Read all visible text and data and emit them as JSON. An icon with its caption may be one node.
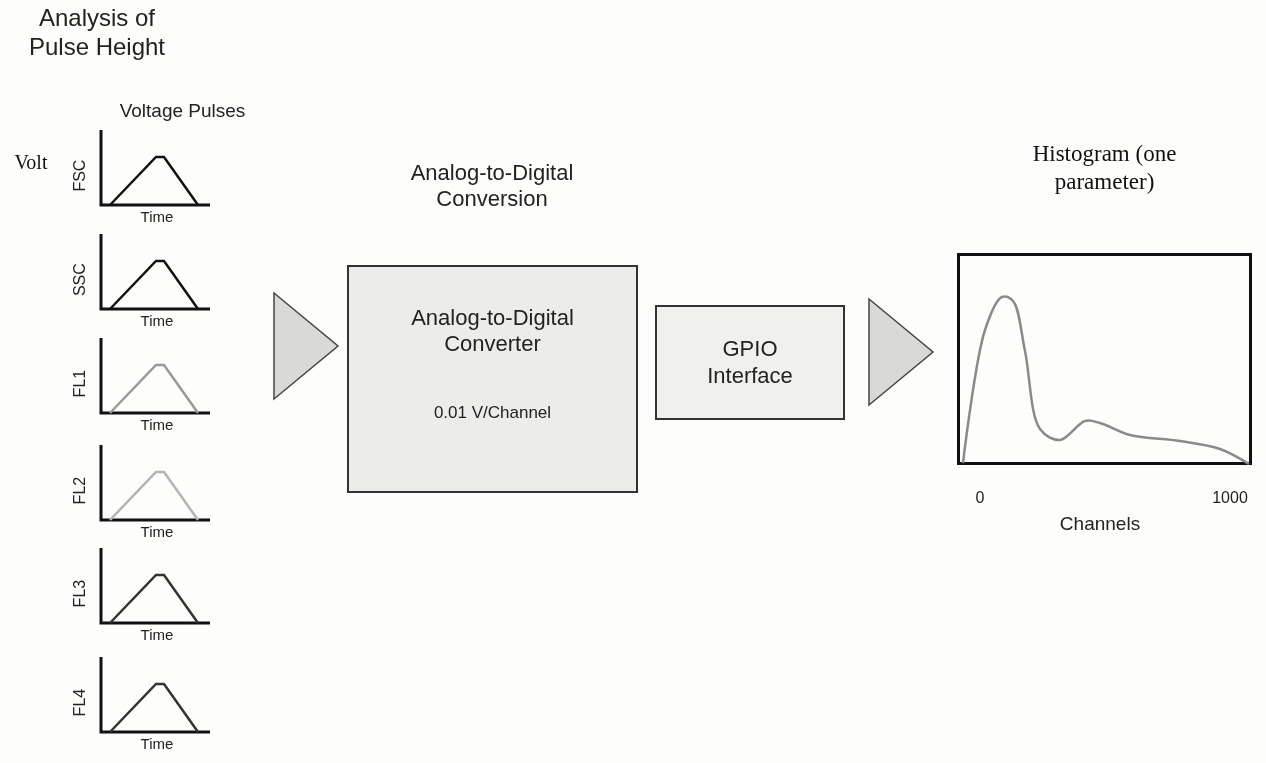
{
  "diagram": {
    "nodes": [
      {
        "text": [
          "Analysis of Pulse Height",
          "Voltage Pulses"
        ]
      },
      {
        "text": [
          "FSC",
          "Time"
        ],
        "in": 0
      },
      {
        "text": [
          "SSC",
          "Time"
        ],
        "in": 0
      },
      {
        "text": [
          "FL1",
          "Time"
        ],
        "in": 0
      },
      {
        "text": [
          "FL2",
          "Time"
        ],
        "in": 0
      },
      {
        "text": [
          "FL3",
          "Time"
        ],
        "in": 0
      },
      {
        "text": [
          "FL4",
          "Time"
        ],
        "in": 0
      },
      {
        "text": [
          "Analog-to-Digital Conversion",
          "Analog-to-Digital Converter",
          "0.01 V/Channel"
        ]
      },
      {
        "text": [
          "GPIO Interface"
        ]
      },
      {
        "text": [
          "Histogram (one parameter)"
        ]
      }
    ],
    "edges": [
      {
        "from": 0,
        "to": 7,
        "arrow": "to"
      },
      {
        "from": 8,
        "to": 9,
        "arrow": "to"
      }
    ],
    "labels": [
      "Volt",
      "0",
      "1000",
      "Channels"
    ]
  }
}
